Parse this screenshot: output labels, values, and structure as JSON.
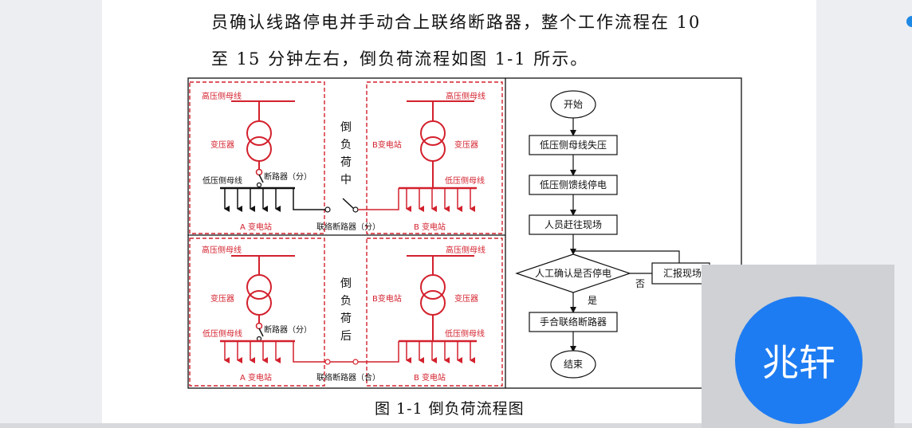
{
  "document": {
    "line1": "员确认线路停电并手动合上联络断路器，整个工作流程在 10",
    "line2": "至 15 分钟左右，倒负荷流程如图 1-1 所示。",
    "caption": "图 1-1  倒负荷流程图"
  },
  "diagram": {
    "hv_bus": "高压侧母线",
    "transformer": "变压器",
    "lv_bus": "低压侧母线",
    "breaker": "断路器（分）",
    "station_a": "A 变电站",
    "station_b": "B 变电站",
    "station_b_inner": "B变电站",
    "tie_open": "联络断路器（分）",
    "tie_closed": "联络断路器（合）",
    "during_label": [
      "倒",
      "负",
      "荷",
      "中"
    ],
    "after_label": [
      "倒",
      "负",
      "荷",
      "后"
    ]
  },
  "flowchart": {
    "start": "开始",
    "step1": "低压侧母线失压",
    "step2": "低压侧馈线停电",
    "step3": "人员赶往现场",
    "decision": "人工确认是否停电",
    "no_box": "汇报现场",
    "no_label": "否",
    "yes_label": "是",
    "step4": "手合联络断路器",
    "end": "结束"
  },
  "overlay": {
    "avatar_text": "兆轩"
  },
  "colors": {
    "red": "#d3212d",
    "blue": "#1e7cf2"
  }
}
